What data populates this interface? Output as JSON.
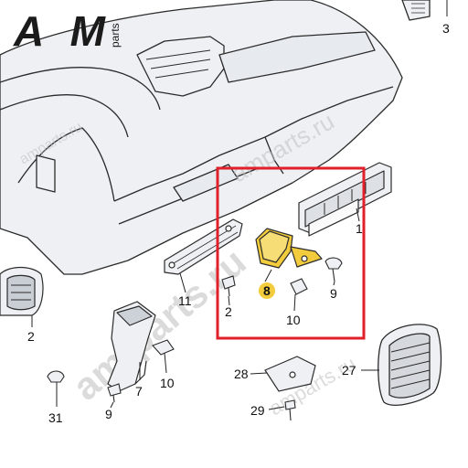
{
  "logo": {
    "main": "AM",
    "sub": "parts"
  },
  "watermark": {
    "big": "am-parts.ru",
    "small": "amparts.ru"
  },
  "colors": {
    "highlight_box": "#e0202a",
    "highlight_part": "#f2cc3c",
    "part_fill": "#eef0f3",
    "line": "#2b2b2b",
    "leader": "#222222"
  },
  "labels": {
    "p1": "1",
    "p2_top": "2",
    "p2_left": "2",
    "p3": "3",
    "p7": "7",
    "p8": "8",
    "p9_top": "9",
    "p9_bottom": "9",
    "p10_top": "10",
    "p10_bottom": "10",
    "p11": "11",
    "p27": "27",
    "p28": "28",
    "p29": "29",
    "p31": "31"
  }
}
